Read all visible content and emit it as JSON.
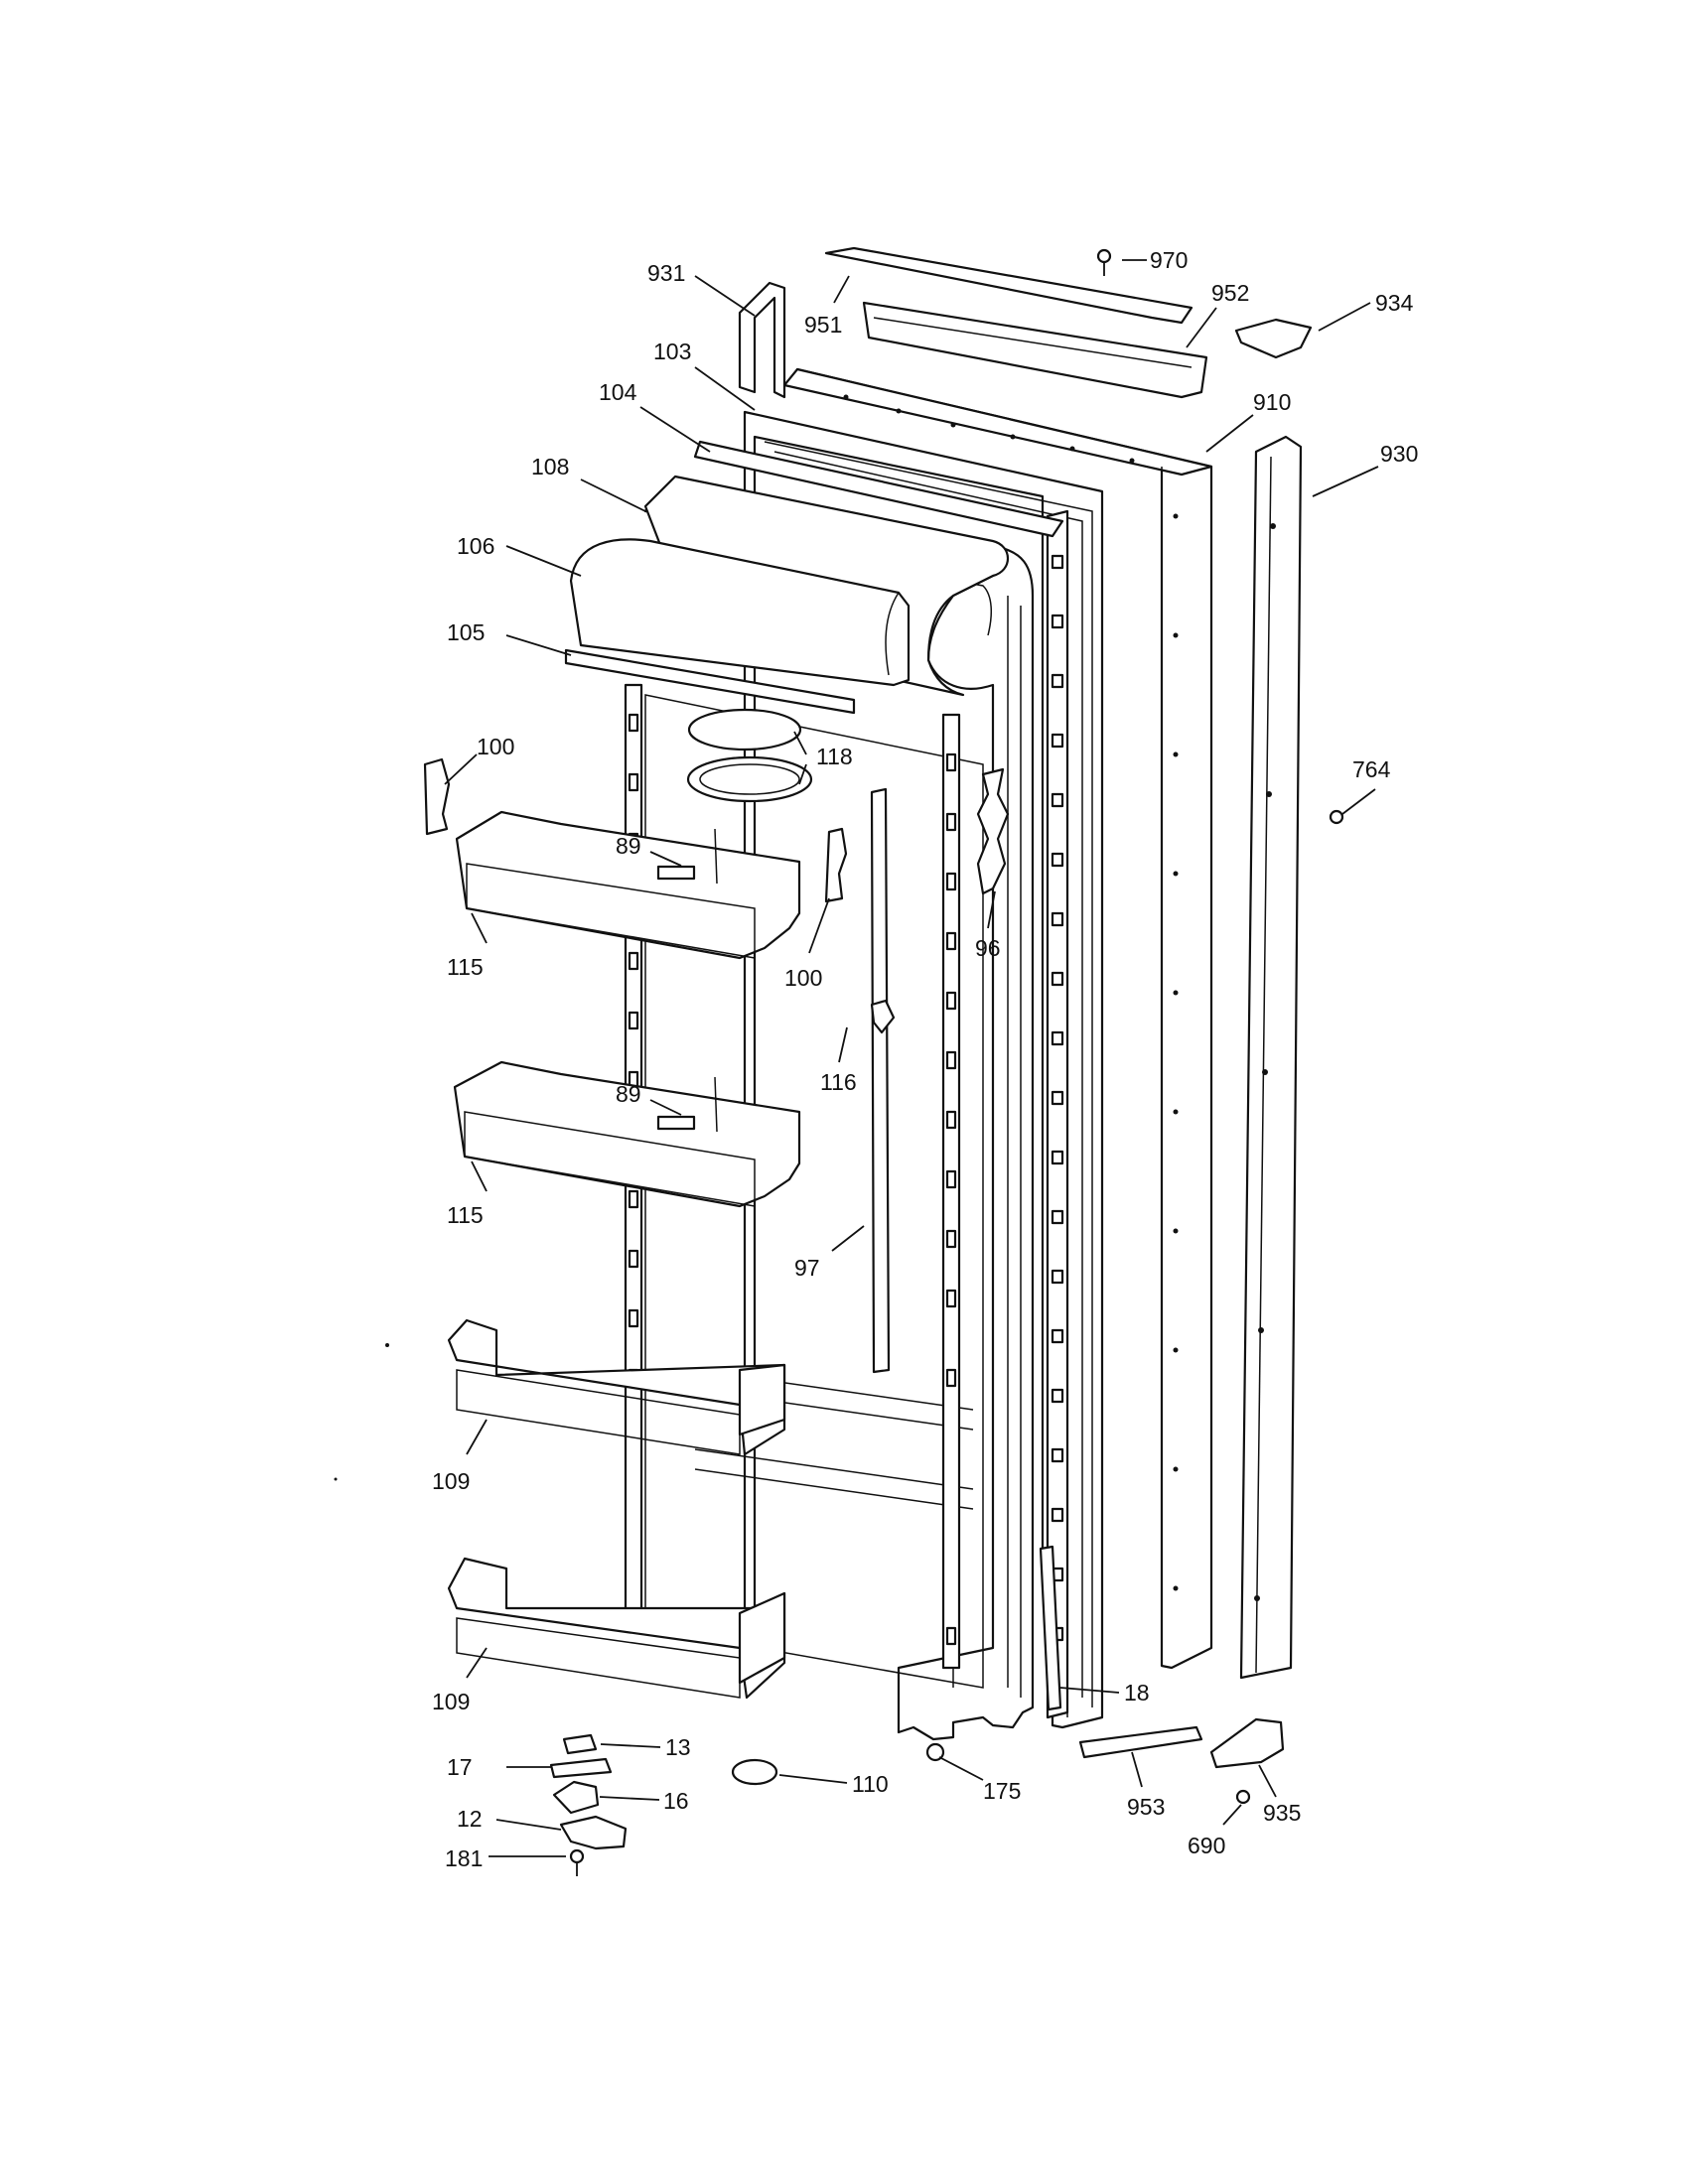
{
  "diagram": {
    "type": "exploded-parts-diagram",
    "callouts": {
      "p970": "970",
      "p931": "931",
      "p951": "951",
      "p952": "952",
      "p934": "934",
      "p103": "103",
      "p104": "104",
      "p910": "910",
      "p930": "930",
      "p108": "108",
      "p106": "106",
      "p105": "105",
      "p118": "118",
      "p100a": "100",
      "p764": "764",
      "p89a": "89",
      "p100b": "100",
      "p96": "96",
      "p115a": "115",
      "p116": "116",
      "p89b": "89",
      "p115b": "115",
      "p97": "97",
      "p109a": "109",
      "p109b": "109",
      "p18": "18",
      "p13": "13",
      "p17": "17",
      "p110": "110",
      "p175": "175",
      "p16": "16",
      "p953": "953",
      "p935": "935",
      "p12": "12",
      "p690": "690",
      "p181": "181"
    }
  }
}
